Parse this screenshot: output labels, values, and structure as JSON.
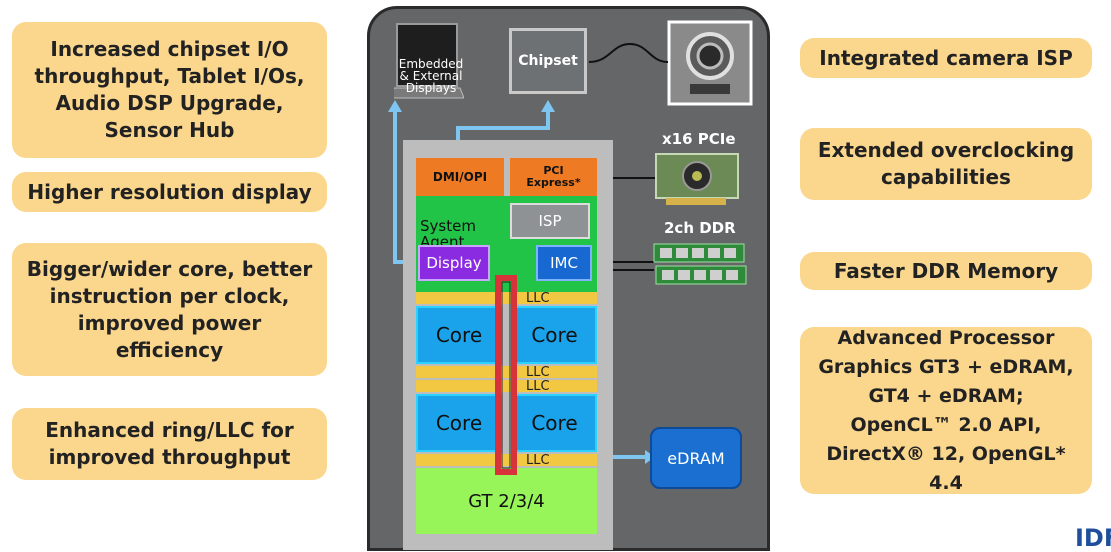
{
  "left_callouts": [
    "Increased chipset I/O\nthroughput, Tablet I/Os,\nAudio DSP Upgrade,\nSensor Hub",
    "Higher resolution display",
    "Bigger/wider core, better\ninstruction per clock,\nimproved power\nefficiency",
    "Enhanced ring/LLC for\nimproved throughput"
  ],
  "right_callouts": [
    "Integrated camera ISP",
    "Extended overclocking\ncapabilities",
    "Faster DDR Memory",
    "Advanced Processor\nGraphics GT3 + eDRAM,\nGT4 + eDRAM;\nOpenCL™ 2.0 API,\nDirectX® 12, OpenGL* 4.4"
  ],
  "diagram": {
    "embedded_displays": "Embedded\n& External\nDisplays",
    "chipset": "Chipset",
    "pcie": "x16 PCIe",
    "ddr": "2ch DDR",
    "dmi": "DMI/OPI",
    "pci_express": "PCI\nExpress*",
    "system_agent": "System\nAgent",
    "isp": "ISP",
    "display": "Display",
    "imc": "IMC",
    "llc": "LLC",
    "core": "Core",
    "gt": "GT 2/3/4",
    "edram": "eDRAM"
  },
  "logo": "IDF",
  "colors": {
    "callout": "#fbd78e",
    "chip_bg": "#646668",
    "system_agent": "#22c447",
    "orange_block": "#ee7a23",
    "core": "#1aa3ea",
    "llc": "#f2c843",
    "gt": "#97f55a",
    "edram": "#1a6fd1",
    "display": "#8a2be2",
    "imc": "#1769d1",
    "ring": "#d8323a",
    "arrow": "#7ec6f0"
  }
}
